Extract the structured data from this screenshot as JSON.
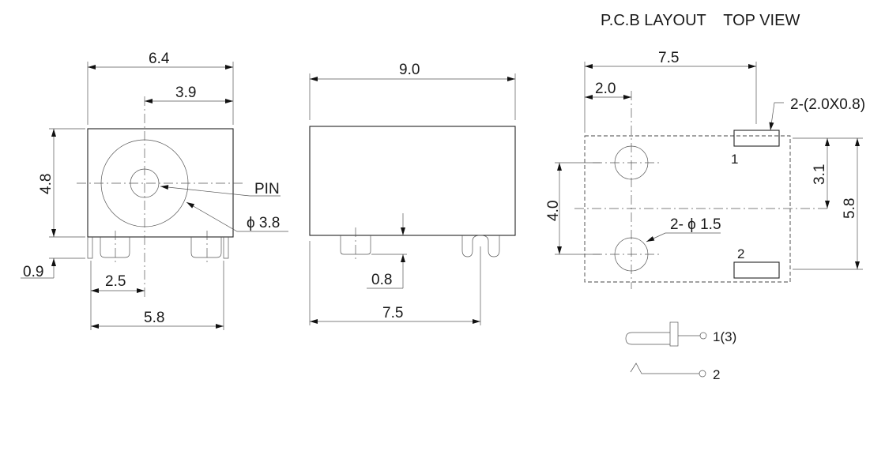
{
  "title": "P.C.B LAYOUT    TOP VIEW",
  "front_view": {
    "width": "6.4",
    "pin_offset": "3.9",
    "height": "4.8",
    "leg_height": "0.9",
    "pin_label": "PIN",
    "diameter": "ϕ 3.8",
    "pin_spacing": "2.5",
    "leg_span": "5.8"
  },
  "side_view": {
    "length": "9.0",
    "pin_height": "0.8",
    "pin_distance": "7.5"
  },
  "pcb_layout": {
    "width": "7.5",
    "hole_offset": "2.0",
    "pad_size": "2-(2.0X0.8)",
    "hole_spacing": "4.0",
    "hole_diameter": "2- ϕ 1.5",
    "pad_offset": "3.1",
    "pad_span": "5.8",
    "pad1_label": "1",
    "pad2_label": "2"
  },
  "legend": {
    "pin_symbol_label": "1(3)",
    "spring_symbol_label": "2"
  }
}
